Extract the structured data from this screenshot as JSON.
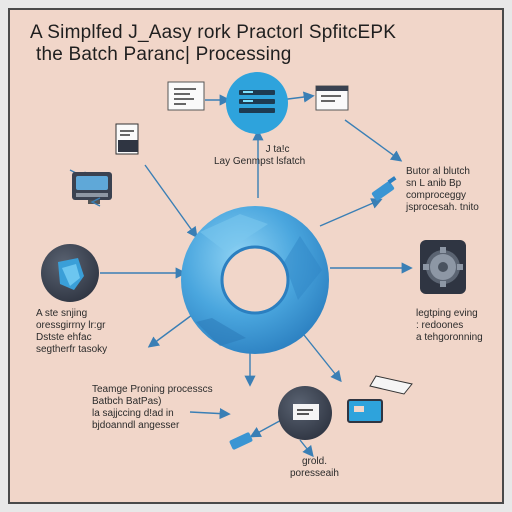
{
  "title": {
    "line1": "A Simplfed J_Aasy rork Practorl SpfitcEPK",
    "line2": "the Batch Paranc| Processing"
  },
  "labels": {
    "center_top": [
      "J ta!c",
      "Lay Genmpst lsfatch"
    ],
    "right_top": [
      "Butor al blutch",
      "sn  L anib Bp",
      "comproceggy",
      "jsprocesah. tnito"
    ],
    "left_mid": [
      "A ste snjing",
      "oressgirrny lr:gr",
      "Dstste ehfac",
      "segtherfr tasoky"
    ],
    "right_mid": [
      "legtping eving",
      ": redoones",
      "a tehgoronning"
    ],
    "bottom_left": [
      "Teamge Proning processcs",
      "Batbch BatPas)",
      "la sajjccing d!ad in",
      "bjdoanndl angesser"
    ],
    "bottom_center": [
      "grold.",
      "poresseaih"
    ]
  },
  "colors": {
    "background": "#f1d6c9",
    "border": "#4a4a4a",
    "ring": "#3a95d3",
    "ring_light": "#6cc0ec",
    "dark_node": "#3b4250",
    "arrow": "#3a7fb5"
  },
  "icons": {
    "center_ring": "ring-icon",
    "top_node": "database-icon",
    "left_node": "archive-icon",
    "right_node": "gear-icon",
    "bottom_node": "document-icon"
  }
}
